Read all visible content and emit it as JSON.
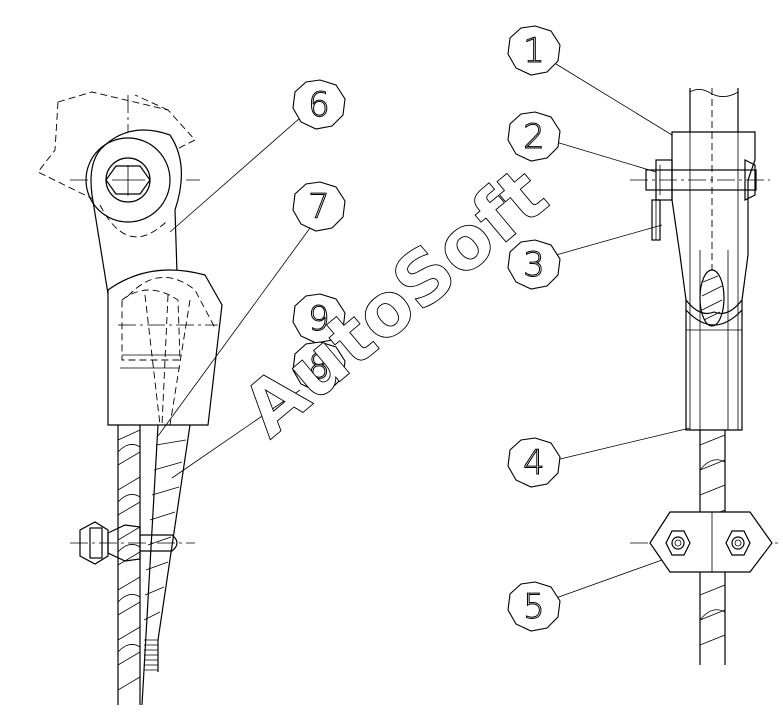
{
  "watermark": "AutoSoft",
  "callouts": [
    "1",
    "2",
    "3",
    "4",
    "5",
    "6",
    "7",
    "8",
    "9"
  ]
}
